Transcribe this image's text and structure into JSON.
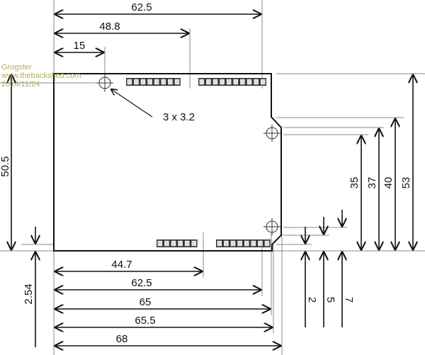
{
  "watermark": {
    "author": "Grogster",
    "site": "www.thebackshed.com",
    "date": "2014/11/24"
  },
  "hole_label": "3 x 3.2",
  "top_dims": [
    "62.5",
    "48.8",
    "15"
  ],
  "bottom_dims": [
    "44.7",
    "62.5",
    "65",
    "65.5",
    "68"
  ],
  "right_dims": [
    "35",
    "37",
    "40",
    "53"
  ],
  "left_dims": {
    "height": "50.5",
    "offset": "2.54"
  },
  "small_dims": [
    "2",
    "5",
    "7"
  ],
  "colors": {
    "line": "#111111",
    "guide": "#888888",
    "watermark": "#b3ad5c"
  }
}
